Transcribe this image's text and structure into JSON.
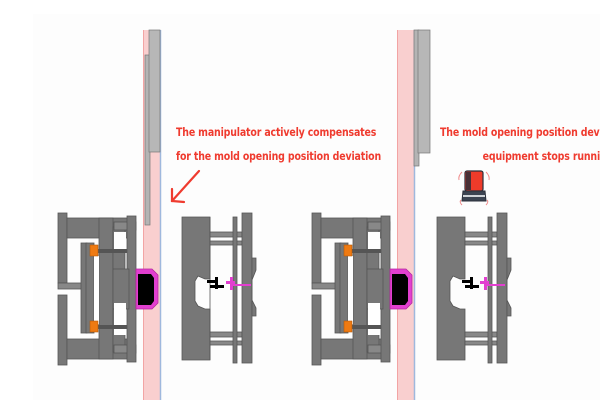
{
  "figure": {
    "left_panel": {
      "name": "compensation-scenario",
      "caption_lines": [
        "The manipulator actively compensates",
        "for the mold opening position deviation"
      ],
      "arrow_direction": "down-left"
    },
    "right_panel": {
      "name": "stop-scenario",
      "caption_lines": [
        "The mold opening position deviatio",
        "equipment stops running"
      ],
      "alarm_icon": "alarm-light-icon"
    }
  },
  "colors": {
    "caption": "#ef3b2f",
    "mold_body": "#777777",
    "mold_outline": "#555555",
    "guide_pillar": "#ee7a12",
    "gripper": "#e23fd0",
    "part": "#000000",
    "robot_arm_band": "#f9cfcf",
    "robot_arm_edge": "#f2a4a4",
    "reference_line": "#9fb8dd",
    "manipulator_column": "#b7b7b7",
    "alarm_red": "#ee3b2a",
    "alarm_base": "#3c4452"
  }
}
